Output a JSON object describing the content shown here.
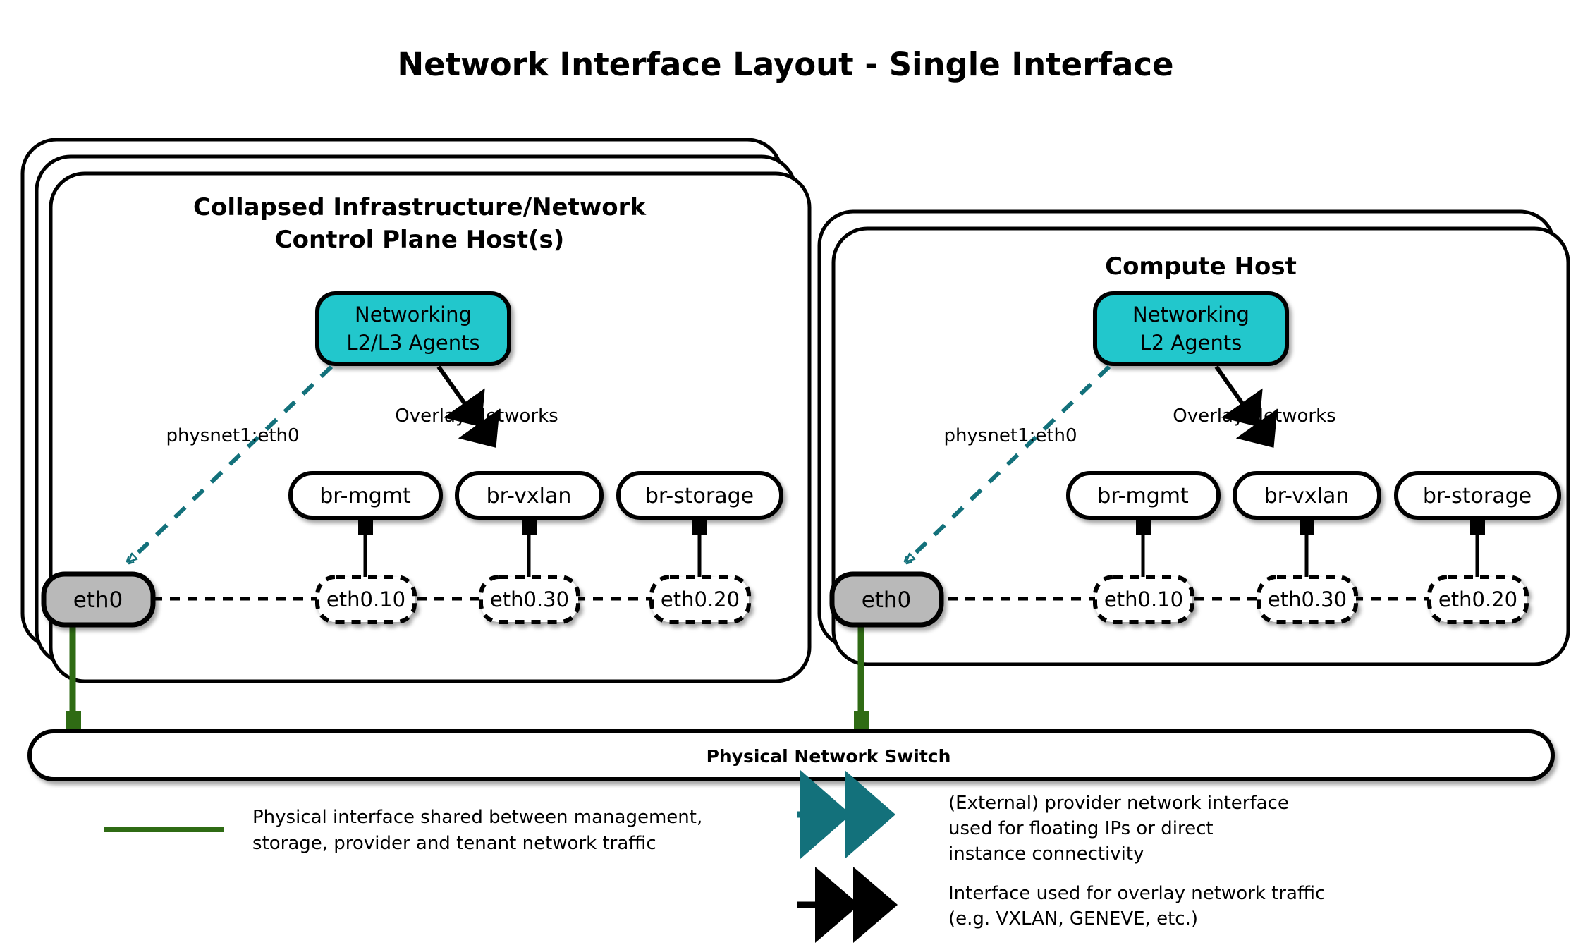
{
  "title": "Network Interface Layout - Single Interface",
  "colors": {
    "agent_fill": "#23c7cc",
    "nic_fill": "#b9b9b9",
    "provider_teal": "#13717b",
    "physical_green": "#2f6b14",
    "stroke": "#000000",
    "background": "#ffffff"
  },
  "hosts": [
    {
      "id": "control-plane-host",
      "title_line1": "Collapsed Infrastructure/Network",
      "title_line2": "Control Plane Host(s)",
      "stack_count": 3,
      "agent": {
        "line1": "Networking",
        "line2": "L2/L3 Agents"
      },
      "provider_label": "physnet1:eth0",
      "overlay_label": "Overlay Networks",
      "nic": "eth0",
      "bridges": [
        {
          "bridge": "br-mgmt",
          "vlan": "eth0.10"
        },
        {
          "bridge": "br-vxlan",
          "vlan": "eth0.30"
        },
        {
          "bridge": "br-storage",
          "vlan": "eth0.20"
        }
      ]
    },
    {
      "id": "compute-host",
      "title_line1": "Compute Host",
      "title_line2": "",
      "stack_count": 2,
      "agent": {
        "line1": "Networking",
        "line2": "L2 Agents"
      },
      "provider_label": "physnet1:eth0",
      "overlay_label": "Overlay Networks",
      "nic": "eth0",
      "bridges": [
        {
          "bridge": "br-mgmt",
          "vlan": "eth0.10"
        },
        {
          "bridge": "br-vxlan",
          "vlan": "eth0.30"
        },
        {
          "bridge": "br-storage",
          "vlan": "eth0.20"
        }
      ]
    }
  ],
  "switch": {
    "label": "Physical Network Switch"
  },
  "legend": [
    {
      "id": "physical-interface",
      "marker": "solid-green-line",
      "lines": [
        "Physical interface shared between management,",
        "storage, provider and tenant network traffic"
      ]
    },
    {
      "id": "provider-interface",
      "marker": "teal-dashed-double-arrow",
      "lines": [
        "(External) provider network interface",
        "used for floating IPs or direct",
        "instance connectivity"
      ]
    },
    {
      "id": "overlay-interface",
      "marker": "black-double-arrow",
      "lines": [
        "Interface used for overlay network traffic",
        "(e.g. VXLAN, GENEVE, etc.)"
      ]
    }
  ]
}
